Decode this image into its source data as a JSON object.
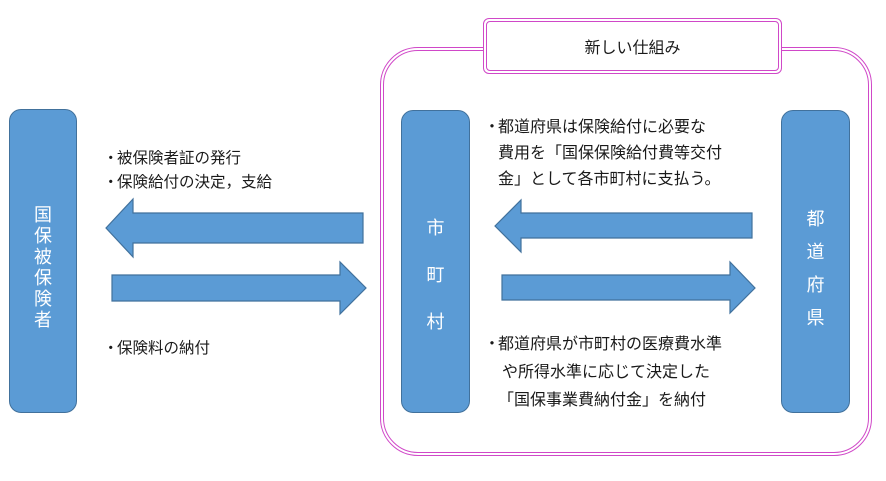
{
  "colors": {
    "box_fill": "#5B9BD5",
    "box_stroke": "#41719C",
    "frame": "#D048C8",
    "text": "#1a1a1a",
    "box_text": "#ffffff"
  },
  "title": "新しい仕組み",
  "entities": {
    "insured": {
      "label": "国保被保険者",
      "chars": [
        "国",
        "保",
        "被",
        "保",
        "険",
        "者"
      ]
    },
    "municipality": {
      "label": "市町村",
      "chars": [
        "市",
        "町",
        "村"
      ]
    },
    "prefecture": {
      "label": "都道府県",
      "chars": [
        "都",
        "道",
        "府",
        "県"
      ]
    }
  },
  "left_notes": {
    "top": [
      "被保険者証の発行",
      "保険給付の決定，支給"
    ],
    "bottom": [
      "保険料の納付"
    ]
  },
  "right_notes": {
    "top": [
      "都道府県は保険給付に必要な",
      "費用を「国保保険給付費等交付",
      "金」として各市町村に支払う。"
    ],
    "bottom": [
      "都道府県が市町村の医療費水準",
      "や所得水準に応じて決定した",
      "「国保事業費納付金」を納付"
    ]
  },
  "bullet": "・",
  "arrows": [
    {
      "from": "municipality",
      "to": "insured",
      "direction": "left"
    },
    {
      "from": "insured",
      "to": "municipality",
      "direction": "right"
    },
    {
      "from": "prefecture",
      "to": "municipality",
      "direction": "left"
    },
    {
      "from": "municipality",
      "to": "prefecture",
      "direction": "right"
    }
  ]
}
